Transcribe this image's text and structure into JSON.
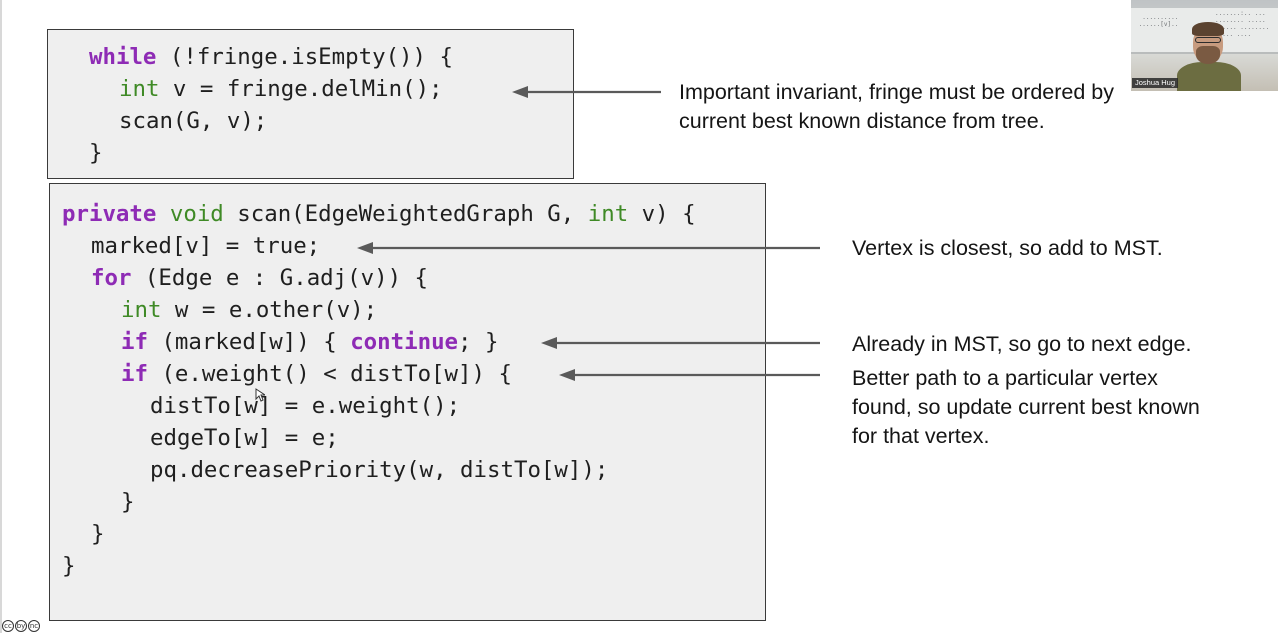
{
  "fringe_code": {
    "line1": {
      "kw": "while",
      "rest": " (!fringe.isEmpty()) {"
    },
    "line2": {
      "kw": "int",
      "rest": " v = fringe.delMin();"
    },
    "line3": "scan(G, v);",
    "line4": "}"
  },
  "scan_code": {
    "line1": {
      "kw1": "private",
      "kw2": "void",
      "mid": " scan(EdgeWeightedGraph G, ",
      "kw3": "int",
      "rest": " v) {"
    },
    "line2": "marked[v] = true;",
    "line3": {
      "kw": "for",
      "rest": " (Edge e : G.adj(v)) {"
    },
    "line4": {
      "kw": "int",
      "rest": " w = e.other(v);"
    },
    "line5": {
      "kw": "if",
      "mid": " (marked[w]) { ",
      "kw2": "continue",
      "rest": "; }"
    },
    "line6": {
      "kw": "if",
      "rest": " (e.weight() < distTo[w]) {"
    },
    "line7": "distTo[w] = e.weight();",
    "line8": "edgeTo[w] = e;",
    "line9": "pq.decreasePriority(w, distTo[w]);",
    "line10": "}",
    "line11": "}",
    "line12": "}"
  },
  "annotations": {
    "invariant": "Important invariant, fringe must be ordered by\ncurrent best known distance from tree.",
    "closest": "Vertex is closest, so add to MST.",
    "already": "Already in MST, so go to next edge.",
    "better": "Better path to a particular vertex\nfound, so update current best known\nfor that vertex."
  },
  "webcam": {
    "name": "Joshua Hug"
  },
  "license_badge": [
    "cc",
    "by",
    "nc"
  ],
  "colors": {
    "keyword_purple": "#8e2bb5",
    "keyword_green": "#3f8a26",
    "code_bg": "#efefef",
    "arrow": "#5a5a5a"
  }
}
